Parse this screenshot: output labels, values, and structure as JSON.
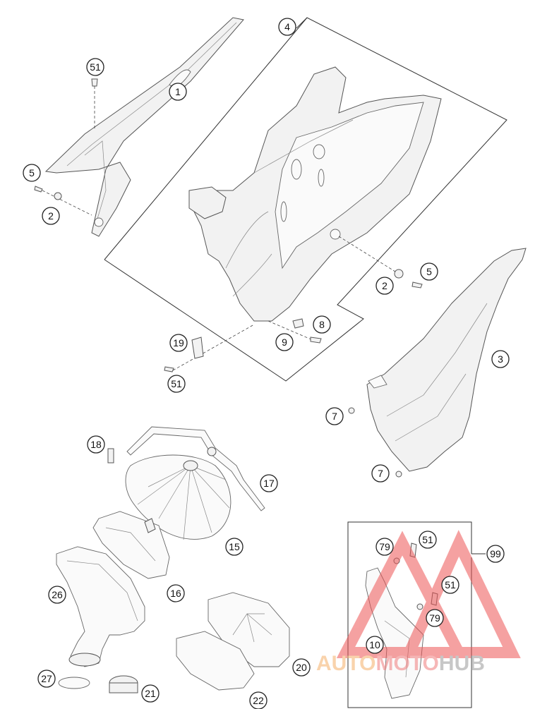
{
  "callouts": {
    "c1": "1",
    "c2a": "2",
    "c2b": "2",
    "c3": "3",
    "c4": "4",
    "c5a": "5",
    "c5b": "5",
    "c7a": "7",
    "c7b": "7",
    "c8": "8",
    "c9": "9",
    "c10": "10",
    "c15": "15",
    "c16": "16",
    "c17": "17",
    "c18": "18",
    "c19": "19",
    "c20": "20",
    "c21": "21",
    "c22": "22",
    "c26": "26",
    "c27": "27",
    "c51a": "51",
    "c51b": "51",
    "c51c": "51",
    "c51d": "51",
    "c79a": "79",
    "c79b": "79",
    "c99": "99"
  },
  "watermark": {
    "part1": "AUTO",
    "part2": "MOTO",
    "part3": "HUB",
    "color1": "#f5b06a",
    "color2": "#f07e7e",
    "color3": "#9a9a9a"
  }
}
